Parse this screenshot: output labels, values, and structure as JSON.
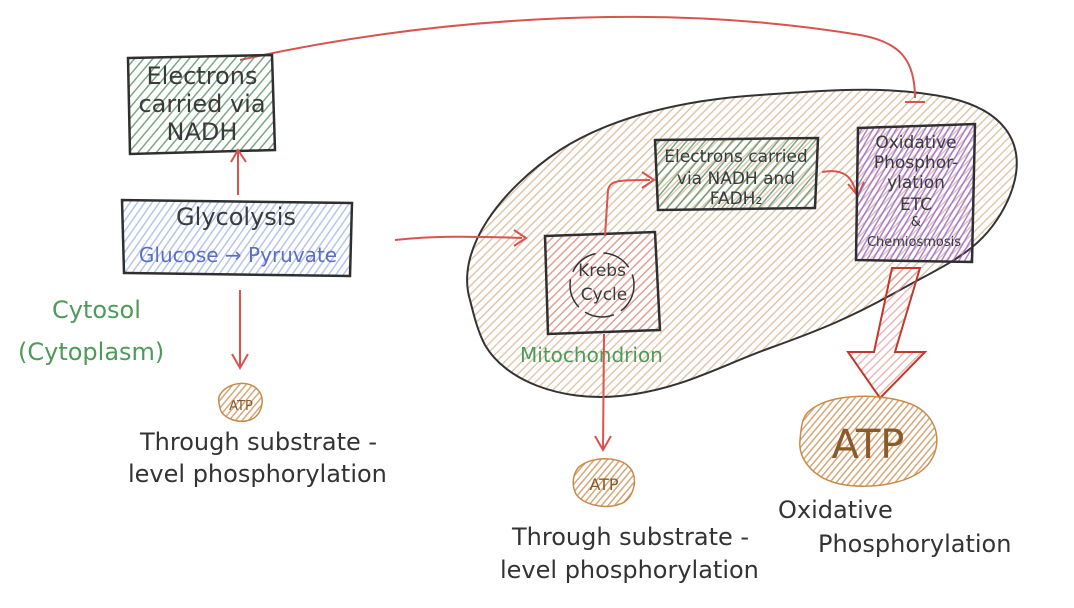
{
  "diagram": {
    "nadh_box": {
      "line1": "Electrons",
      "line2": "carried via",
      "line3": "NADH"
    },
    "glycolysis_box": {
      "title": "Glycolysis",
      "reaction": "Glucose → Pyruvate"
    },
    "cytosol_label": {
      "line1": "Cytosol",
      "line2": "(Cytoplasm)"
    },
    "atp_small_1": "ATP",
    "substrate_note_1": {
      "line1": "Through substrate -",
      "line2": "level phosphorylation"
    },
    "krebs_box": {
      "line1": "Krebs",
      "line2": "Cycle"
    },
    "mito_label": "Mitochondrion",
    "nadh_fadh_box": {
      "line1": "Electrons carried",
      "line2": "via NADH and",
      "line3": "FADH₂"
    },
    "oxphos_box": {
      "line1": "Oxidative",
      "line2": "Phosphor-",
      "line3": "ylation",
      "line4": "ETC",
      "line5": "&",
      "line6": "Chemiosmosis"
    },
    "atp_small_2": "ATP",
    "substrate_note_2": {
      "line1": "Through substrate -",
      "line2": "level phosphorylation"
    },
    "atp_large": "ATP",
    "oxphos_note": {
      "line1": "Oxidative",
      "line2": "Phosphorylation"
    },
    "colors": {
      "arrow": "#d9534f",
      "nadh_fill": "#4f8a5e",
      "glycolysis_fill": "#8fa6e0",
      "mito_fill": "#c99a6b",
      "krebs_fill": "#e08a8a",
      "oxphos_fill": "#9b5fd1",
      "atp_fill": "#c98a4a"
    }
  }
}
